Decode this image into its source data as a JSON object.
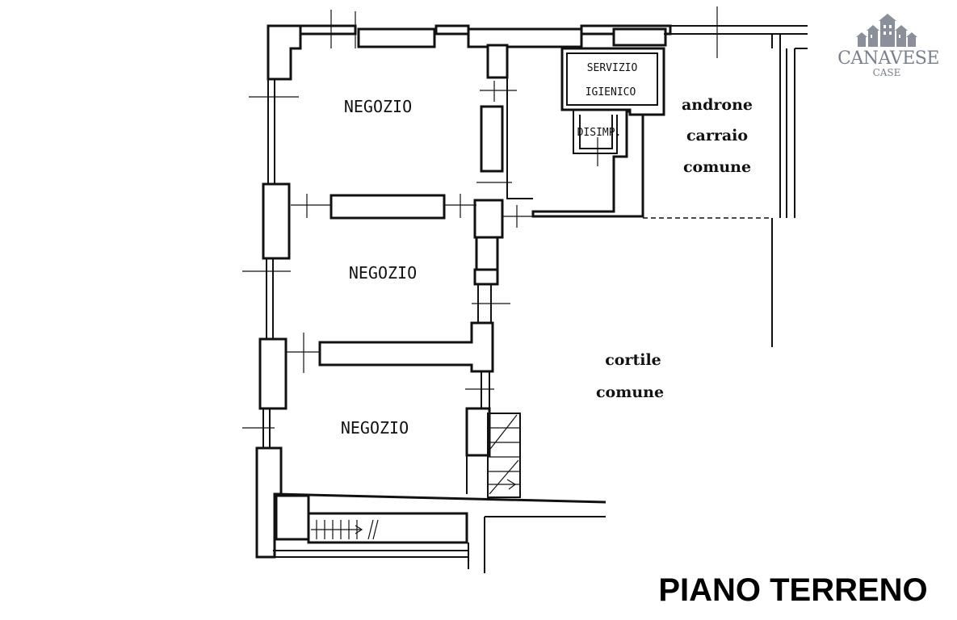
{
  "logo": {
    "brand": "CANAVESE",
    "sub": "CASE"
  },
  "rooms": {
    "shop_top": "NEGOZIO",
    "shop_middle": "NEGOZIO",
    "shop_bottom": "NEGOZIO",
    "bathroom_line1": "SERVIZIO",
    "bathroom_line2": "IGIENICO",
    "hallway": "DISIMP."
  },
  "areas": {
    "androne_line1": "androne",
    "androne_line2": "carraio",
    "androne_line3": "comune",
    "cortile_line1": "cortile",
    "cortile_line2": "comune"
  },
  "plan_title": "PIANO TERRENO"
}
